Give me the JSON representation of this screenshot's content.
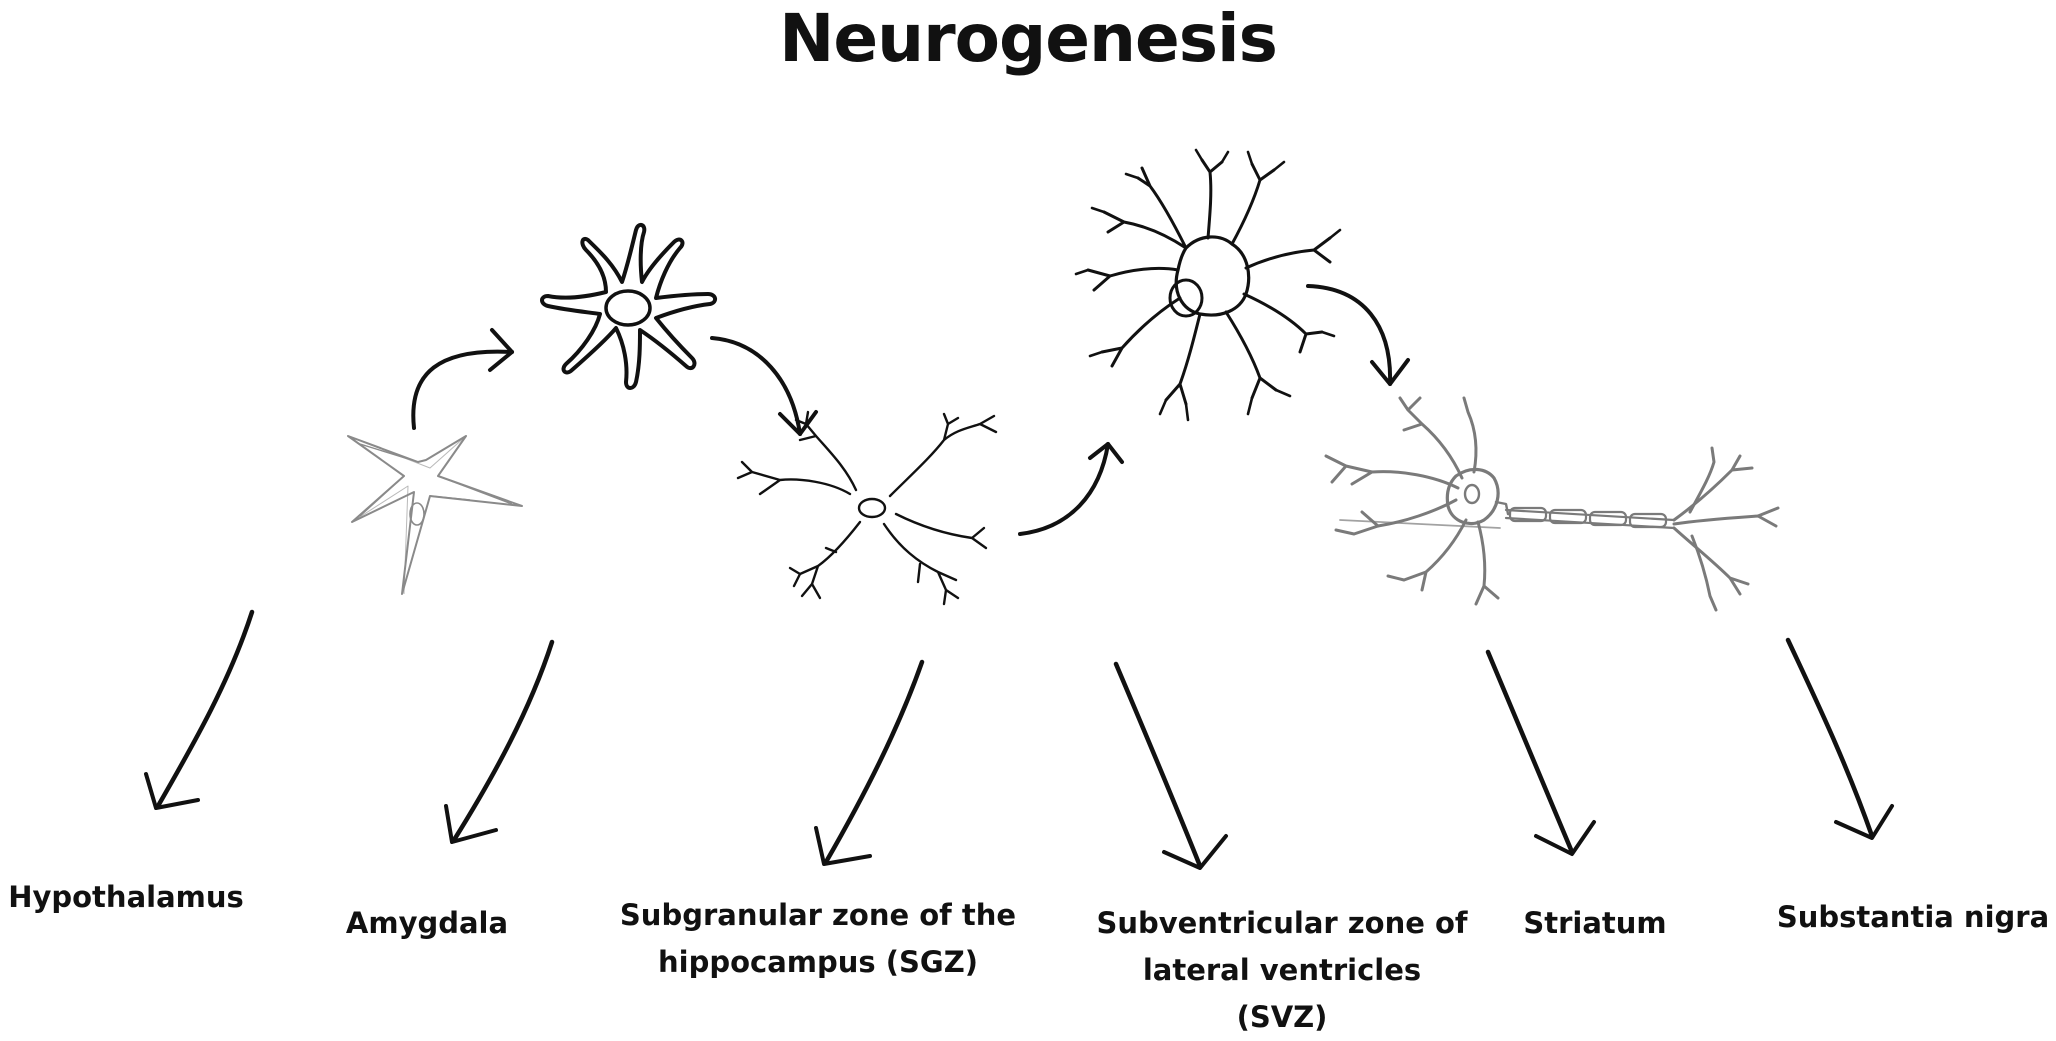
{
  "title": "Neurogenesis",
  "stages": [
    {
      "icon": "neural-stem-cell-icon"
    },
    {
      "icon": "neural-progenitor-cell-icon"
    },
    {
      "icon": "immature-neuron-icon"
    },
    {
      "icon": "astrocyte-like-cell-icon"
    },
    {
      "icon": "mature-neuron-icon"
    }
  ],
  "regions": [
    {
      "lines": [
        "Hypothalamus"
      ]
    },
    {
      "lines": [
        "Amygdala"
      ]
    },
    {
      "lines": [
        "Subgranular zone of the",
        "hippocampus (SGZ)"
      ]
    },
    {
      "lines": [
        "Subventricular zone of",
        "lateral ventricles",
        "(SVZ)"
      ]
    },
    {
      "lines": [
        "Striatum"
      ]
    },
    {
      "lines": [
        "Substantia nigra"
      ]
    }
  ],
  "colors": {
    "ink": "#111111",
    "light_cell": "#8a8a8a",
    "grey_neuron": "#7a7a7a"
  }
}
